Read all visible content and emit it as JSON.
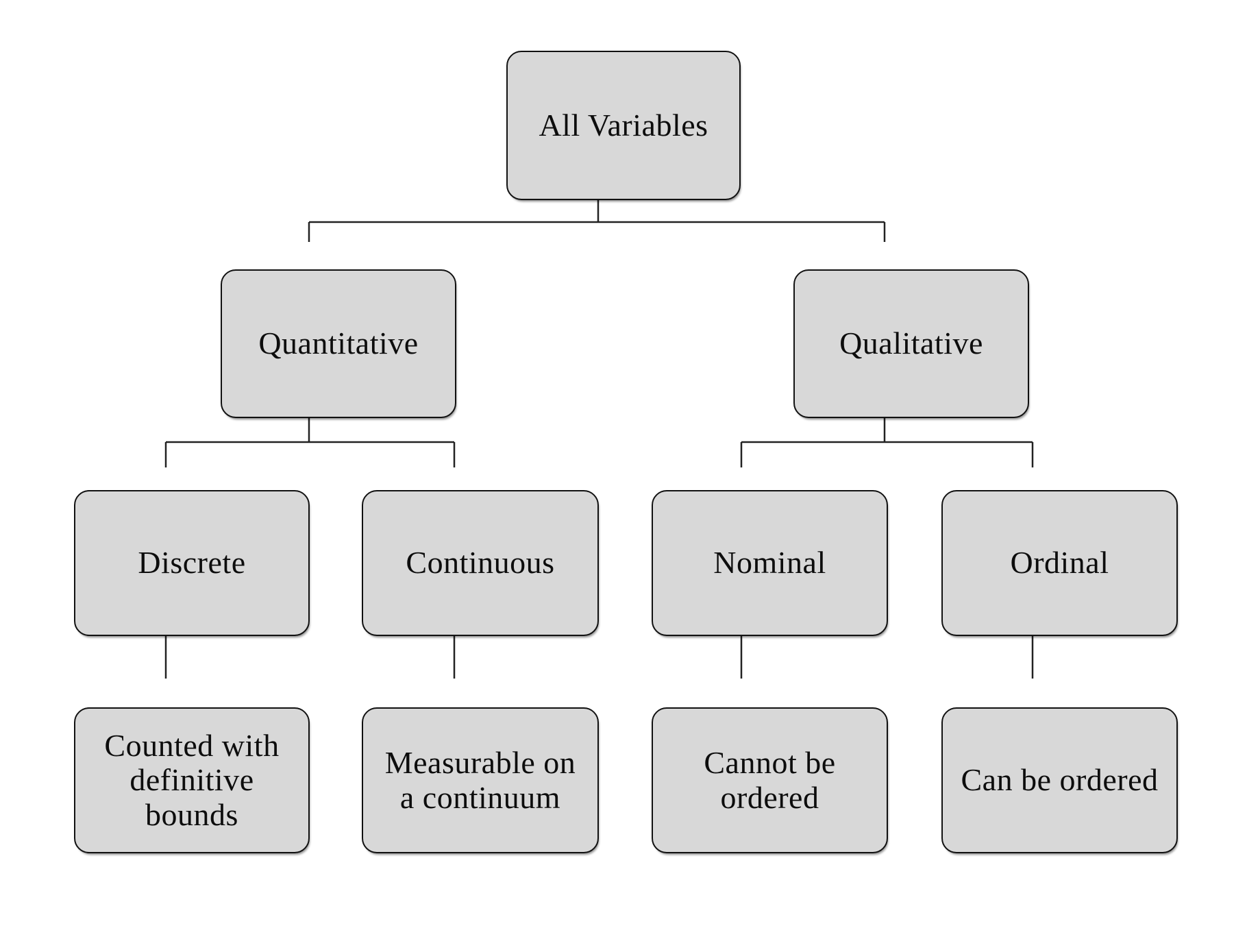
{
  "diagram": {
    "type": "tree",
    "colors": {
      "background": "#ffffff",
      "node_fill": "#d8d8d8",
      "node_border": "#111111",
      "connector": "#222222",
      "connector_stub": "#c2c2c2",
      "text": "#0d0d0d"
    },
    "nodes": {
      "all_variables": {
        "label": "All Variables"
      },
      "quantitative": {
        "label": "Quantitative"
      },
      "qualitative": {
        "label": "Qualitative"
      },
      "discrete": {
        "label": "Discrete"
      },
      "continuous": {
        "label": "Continuous"
      },
      "nominal": {
        "label": "Nominal"
      },
      "ordinal": {
        "label": "Ordinal"
      },
      "discrete_description": {
        "label": "Counted with\ndefinitive\nbounds"
      },
      "continuous_description": {
        "label": "Measurable on\na continuum"
      },
      "nominal_description": {
        "label": "Cannot be\nordered"
      },
      "ordinal_description": {
        "label": "Can be ordered"
      }
    },
    "edges": [
      [
        "All Variables",
        "Quantitative"
      ],
      [
        "All Variables",
        "Qualitative"
      ],
      [
        "Quantitative",
        "Discrete"
      ],
      [
        "Quantitative",
        "Continuous"
      ],
      [
        "Qualitative",
        "Nominal"
      ],
      [
        "Qualitative",
        "Ordinal"
      ],
      [
        "Discrete",
        "Counted with definitive bounds"
      ],
      [
        "Continuous",
        "Measurable on a continuum"
      ],
      [
        "Nominal",
        "Cannot be ordered"
      ],
      [
        "Ordinal",
        "Can be ordered"
      ]
    ]
  }
}
